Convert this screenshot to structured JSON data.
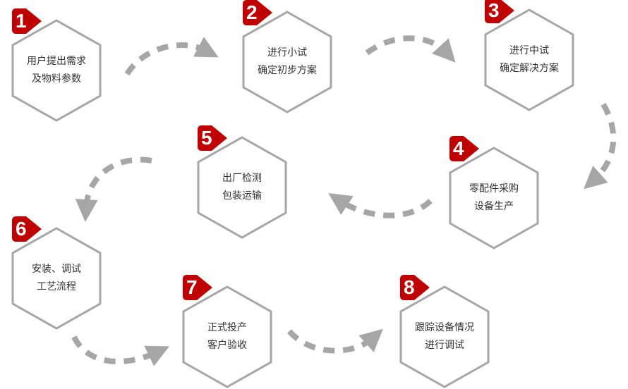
{
  "colors": {
    "hex_stroke": "#a6a6a6",
    "badge": "#c00000",
    "arrow": "#a6a6a6",
    "text": "#333333"
  },
  "steps": [
    {
      "number": "1",
      "line1": "用户提出需求",
      "line2": "及物料参数"
    },
    {
      "number": "2",
      "line1": "进行小试",
      "line2": "确定初步方案"
    },
    {
      "number": "3",
      "line1": "进行中试",
      "line2": "确定解决方案"
    },
    {
      "number": "4",
      "line1": "零配件采购",
      "line2": "设备生产"
    },
    {
      "number": "5",
      "line1": "出厂检测",
      "line2": "包装运输"
    },
    {
      "number": "6",
      "line1": "安装、调试",
      "line2": "工艺流程"
    },
    {
      "number": "7",
      "line1": "正式投产",
      "line2": "客户验收"
    },
    {
      "number": "8",
      "line1": "跟踪设备情况",
      "line2": "进行调试"
    }
  ]
}
